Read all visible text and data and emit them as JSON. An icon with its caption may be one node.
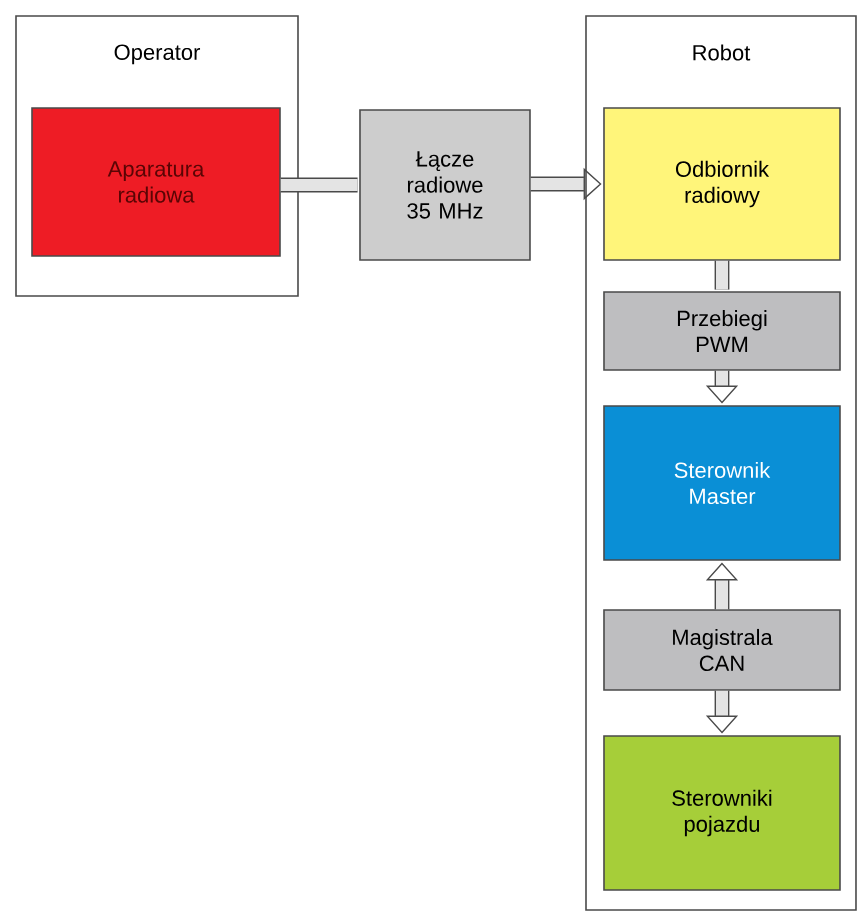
{
  "diagram": {
    "nodes": [
      {
        "text": [
          "Operator"
        ]
      },
      {
        "text": [
          "Aparatura radiowa"
        ],
        "in": 0
      },
      {
        "text": [
          "Łącze radiowe 35 MHz"
        ]
      },
      {
        "text": [
          "Robot"
        ]
      },
      {
        "text": [
          "Odbiornik radiowy"
        ],
        "in": 3
      },
      {
        "text": [
          "Przebiegi PWM"
        ],
        "in": 3
      },
      {
        "text": [
          "Sterownik Master"
        ],
        "in": 3
      },
      {
        "text": [
          "Magistrala CAN"
        ],
        "in": 3
      },
      {
        "text": [
          "Sterowniki pojazdu"
        ],
        "in": 3
      }
    ],
    "edges": [
      {
        "from": 1,
        "to": 2,
        "arrow": "none"
      },
      {
        "from": 2,
        "to": 4,
        "arrow": "to"
      },
      {
        "from": 4,
        "to": 5,
        "arrow": "none"
      },
      {
        "from": 5,
        "to": 6,
        "arrow": "to"
      },
      {
        "from": 7,
        "to": 6,
        "arrow": "to"
      },
      {
        "from": 7,
        "to": 8,
        "arrow": "to"
      }
    ]
  }
}
